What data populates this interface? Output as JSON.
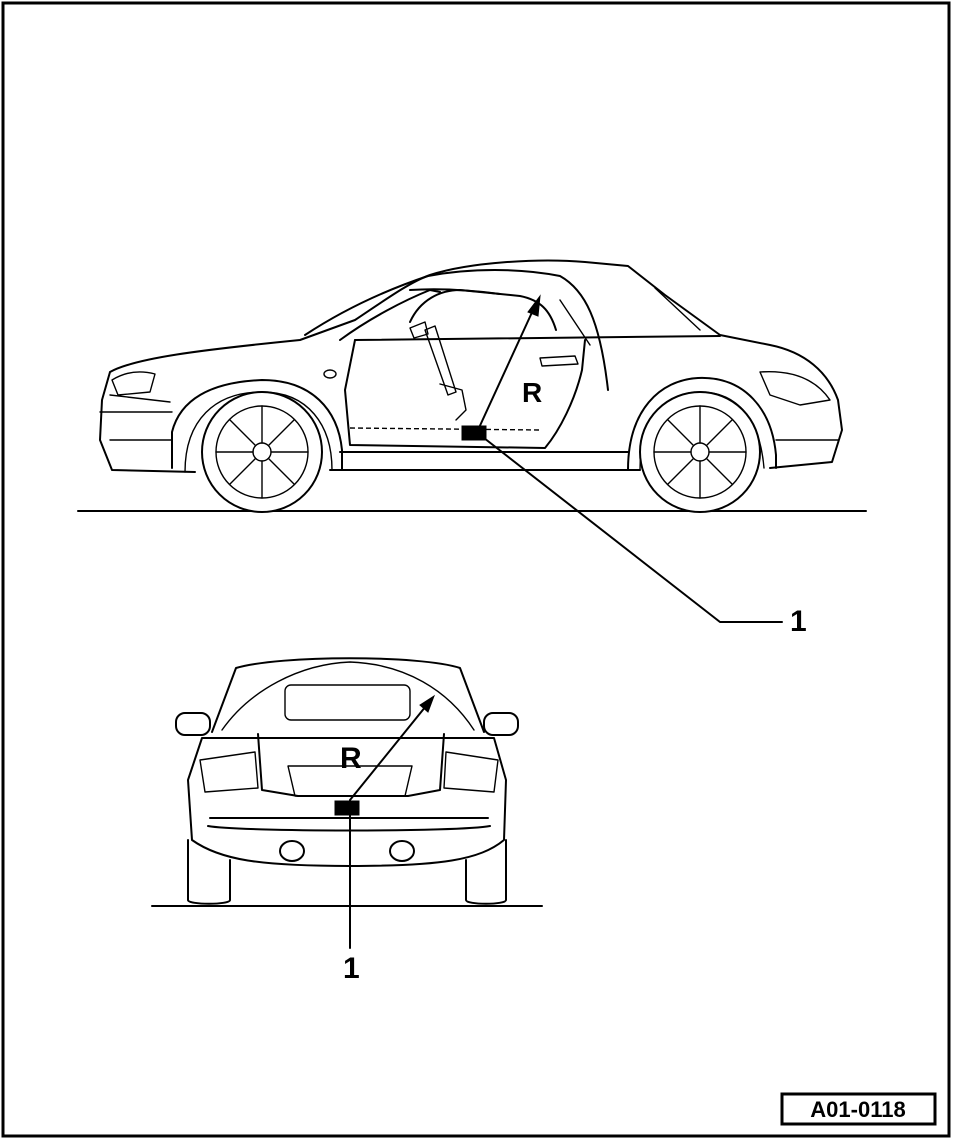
{
  "diagram": {
    "side_view": {
      "door_mark": "R",
      "callout_number": "1"
    },
    "rear_view": {
      "trunk_mark": "R",
      "callout_number": "1"
    },
    "figure_id": "A01-0118"
  },
  "colors": {
    "line": "#000000",
    "background": "#ffffff"
  }
}
